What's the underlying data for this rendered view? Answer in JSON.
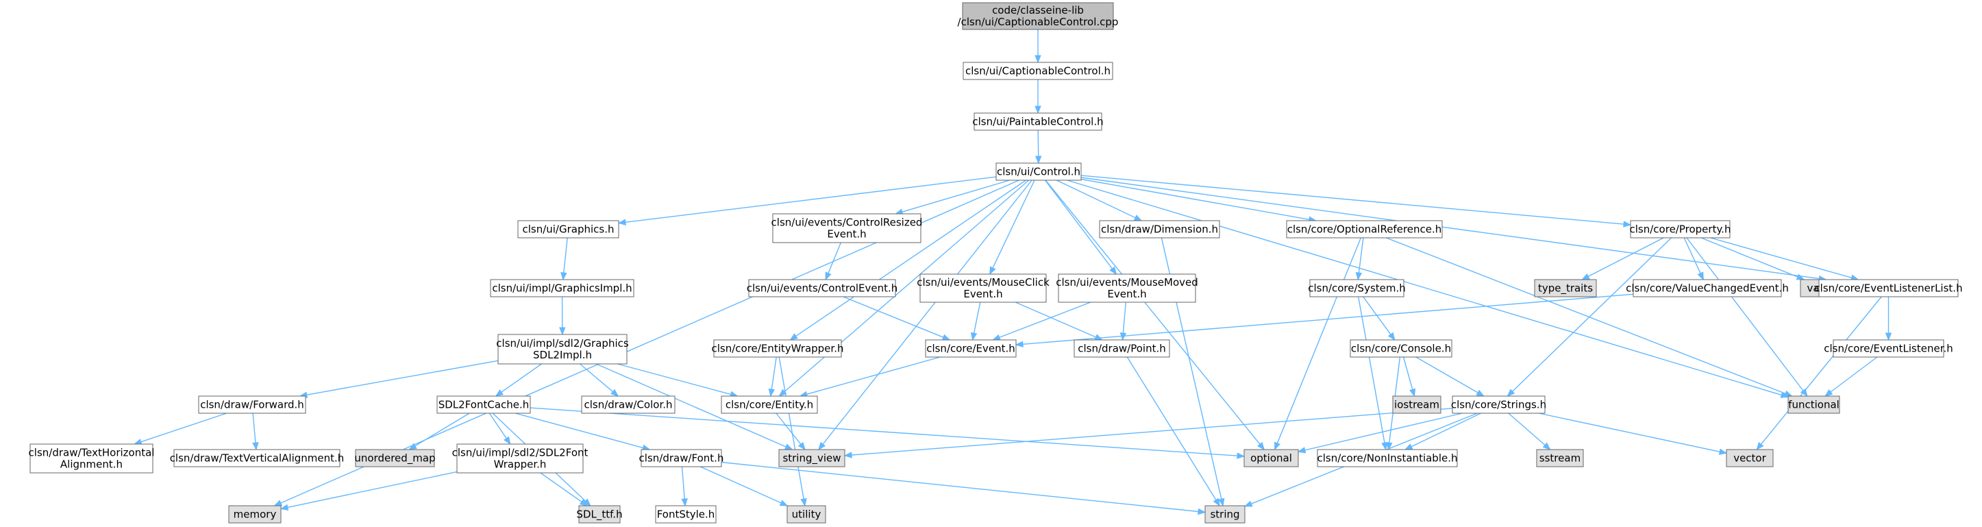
{
  "colors": {
    "root_fill": "#bfbfbf",
    "node_fill": "#ffffff",
    "external_fill": "#e0e0e0",
    "edge": "#63b8ff",
    "border": "#666666"
  },
  "nodes": [
    {
      "id": "root",
      "kind": "root",
      "lines": [
        "code/classeine-lib",
        "/clsn/ui/CaptionableControl.cpp"
      ]
    },
    {
      "id": "captionable",
      "kind": "file",
      "lines": [
        "clsn/ui/CaptionableControl.h"
      ]
    },
    {
      "id": "paintable",
      "kind": "file",
      "lines": [
        "clsn/ui/PaintableControl.h"
      ]
    },
    {
      "id": "control",
      "kind": "file",
      "lines": [
        "clsn/ui/Control.h"
      ]
    },
    {
      "id": "graphics",
      "kind": "file",
      "lines": [
        "clsn/ui/Graphics.h"
      ]
    },
    {
      "id": "ctrlresized",
      "kind": "file",
      "lines": [
        "clsn/ui/events/ControlResized",
        "Event.h"
      ]
    },
    {
      "id": "dimension",
      "kind": "file",
      "lines": [
        "clsn/draw/Dimension.h"
      ]
    },
    {
      "id": "optref",
      "kind": "file",
      "lines": [
        "clsn/core/OptionalReference.h"
      ]
    },
    {
      "id": "property",
      "kind": "file",
      "lines": [
        "clsn/core/Property.h"
      ]
    },
    {
      "id": "graphicsimpl",
      "kind": "file",
      "lines": [
        "clsn/ui/impl/GraphicsImpl.h"
      ]
    },
    {
      "id": "ctrlevent",
      "kind": "file",
      "lines": [
        "clsn/ui/events/ControlEvent.h"
      ]
    },
    {
      "id": "mouseclick",
      "kind": "file",
      "lines": [
        "clsn/ui/events/MouseClick",
        "Event.h"
      ]
    },
    {
      "id": "mousemoved",
      "kind": "file",
      "lines": [
        "clsn/ui/events/MouseMoved",
        "Event.h"
      ]
    },
    {
      "id": "system",
      "kind": "file",
      "lines": [
        "clsn/core/System.h"
      ]
    },
    {
      "id": "typetraits",
      "kind": "external",
      "lines": [
        "type_traits"
      ]
    },
    {
      "id": "valuechanged",
      "kind": "file",
      "lines": [
        "clsn/core/ValueChangedEvent.h"
      ]
    },
    {
      "id": "variant",
      "kind": "external",
      "lines": [
        "variant"
      ]
    },
    {
      "id": "evlistenerlist",
      "kind": "file",
      "lines": [
        "clsn/core/EventListenerList.h"
      ]
    },
    {
      "id": "sdl2impl",
      "kind": "file",
      "lines": [
        "clsn/ui/impl/sdl2/Graphics",
        "SDL2Impl.h"
      ]
    },
    {
      "id": "entitywrapper",
      "kind": "file",
      "lines": [
        "clsn/core/EntityWrapper.h"
      ]
    },
    {
      "id": "event",
      "kind": "file",
      "lines": [
        "clsn/core/Event.h"
      ]
    },
    {
      "id": "point",
      "kind": "file",
      "lines": [
        "clsn/draw/Point.h"
      ]
    },
    {
      "id": "console",
      "kind": "file",
      "lines": [
        "clsn/core/Console.h"
      ]
    },
    {
      "id": "evlistener",
      "kind": "file",
      "lines": [
        "clsn/core/EventListener.h"
      ]
    },
    {
      "id": "forward",
      "kind": "file",
      "lines": [
        "clsn/draw/Forward.h"
      ]
    },
    {
      "id": "fontcache",
      "kind": "file",
      "lines": [
        "SDL2FontCache.h"
      ]
    },
    {
      "id": "color",
      "kind": "file",
      "lines": [
        "clsn/draw/Color.h"
      ]
    },
    {
      "id": "entity",
      "kind": "file",
      "lines": [
        "clsn/core/Entity.h"
      ]
    },
    {
      "id": "iostream",
      "kind": "external",
      "lines": [
        "iostream"
      ]
    },
    {
      "id": "strings",
      "kind": "file",
      "lines": [
        "clsn/core/Strings.h"
      ]
    },
    {
      "id": "functional",
      "kind": "external",
      "lines": [
        "functional"
      ]
    },
    {
      "id": "texthalign",
      "kind": "file",
      "lines": [
        "clsn/draw/TextHorizontal",
        "Alignment.h"
      ]
    },
    {
      "id": "textvalign",
      "kind": "file",
      "lines": [
        "clsn/draw/TextVerticalAlignment.h"
      ]
    },
    {
      "id": "unorderedmap",
      "kind": "external",
      "lines": [
        "unordered_map"
      ]
    },
    {
      "id": "fontwrapper",
      "kind": "file",
      "lines": [
        "clsn/ui/impl/sdl2/SDL2Font",
        "Wrapper.h"
      ]
    },
    {
      "id": "font",
      "kind": "file",
      "lines": [
        "clsn/draw/Font.h"
      ]
    },
    {
      "id": "stringview",
      "kind": "external",
      "lines": [
        "string_view"
      ]
    },
    {
      "id": "optional",
      "kind": "external",
      "lines": [
        "optional"
      ]
    },
    {
      "id": "noninst",
      "kind": "file",
      "lines": [
        "clsn/core/NonInstantiable.h"
      ]
    },
    {
      "id": "sstream",
      "kind": "external",
      "lines": [
        "sstream"
      ]
    },
    {
      "id": "vector",
      "kind": "external",
      "lines": [
        "vector"
      ]
    },
    {
      "id": "memory",
      "kind": "external",
      "lines": [
        "memory"
      ]
    },
    {
      "id": "sdlttf",
      "kind": "external",
      "lines": [
        "SDL_ttf.h"
      ]
    },
    {
      "id": "fontstyle",
      "kind": "file",
      "lines": [
        "FontStyle.h"
      ]
    },
    {
      "id": "utility",
      "kind": "external",
      "lines": [
        "utility"
      ]
    },
    {
      "id": "string",
      "kind": "external",
      "lines": [
        "string"
      ]
    }
  ],
  "edges": [
    [
      "root",
      "captionable"
    ],
    [
      "captionable",
      "paintable"
    ],
    [
      "paintable",
      "control"
    ],
    [
      "control",
      "graphics"
    ],
    [
      "control",
      "ctrlresized"
    ],
    [
      "control",
      "dimension"
    ],
    [
      "control",
      "optref"
    ],
    [
      "control",
      "property"
    ],
    [
      "control",
      "evlistenerlist"
    ],
    [
      "control",
      "mouseclick"
    ],
    [
      "control",
      "mousemoved"
    ],
    [
      "control",
      "entitywrapper"
    ],
    [
      "control",
      "entity"
    ],
    [
      "control",
      "stringview"
    ],
    [
      "control",
      "optional"
    ],
    [
      "control",
      "memory"
    ],
    [
      "control",
      "functional"
    ],
    [
      "graphics",
      "graphicsimpl"
    ],
    [
      "graphicsimpl",
      "sdl2impl"
    ],
    [
      "sdl2impl",
      "forward"
    ],
    [
      "sdl2impl",
      "fontcache"
    ],
    [
      "sdl2impl",
      "color"
    ],
    [
      "sdl2impl",
      "entity"
    ],
    [
      "sdl2impl",
      "stringview"
    ],
    [
      "forward",
      "texthalign"
    ],
    [
      "forward",
      "textvalign"
    ],
    [
      "fontcache",
      "unorderedmap"
    ],
    [
      "fontcache",
      "fontwrapper"
    ],
    [
      "fontcache",
      "font"
    ],
    [
      "fontcache",
      "optional"
    ],
    [
      "fontcache",
      "sdlttf"
    ],
    [
      "fontwrapper",
      "memory"
    ],
    [
      "fontwrapper",
      "sdlttf"
    ],
    [
      "font",
      "fontstyle"
    ],
    [
      "font",
      "utility"
    ],
    [
      "font",
      "string"
    ],
    [
      "ctrlresized",
      "ctrlevent"
    ],
    [
      "ctrlevent",
      "event"
    ],
    [
      "mouseclick",
      "event"
    ],
    [
      "mouseclick",
      "point"
    ],
    [
      "mousemoved",
      "event"
    ],
    [
      "mousemoved",
      "point"
    ],
    [
      "event",
      "entity"
    ],
    [
      "entitywrapper",
      "entity"
    ],
    [
      "entitywrapper",
      "utility"
    ],
    [
      "entity",
      "stringview"
    ],
    [
      "point",
      "string"
    ],
    [
      "dimension",
      "string"
    ],
    [
      "optref",
      "system"
    ],
    [
      "optref",
      "optional"
    ],
    [
      "optref",
      "functional"
    ],
    [
      "system",
      "console"
    ],
    [
      "system",
      "noninst"
    ],
    [
      "console",
      "iostream"
    ],
    [
      "console",
      "strings"
    ],
    [
      "console",
      "noninst"
    ],
    [
      "strings",
      "stringview"
    ],
    [
      "strings",
      "optional"
    ],
    [
      "strings",
      "noninst"
    ],
    [
      "strings",
      "sstream"
    ],
    [
      "strings",
      "vector"
    ],
    [
      "strings",
      "string"
    ],
    [
      "property",
      "typetraits"
    ],
    [
      "property",
      "valuechanged"
    ],
    [
      "property",
      "variant"
    ],
    [
      "property",
      "evlistenerlist"
    ],
    [
      "property",
      "strings"
    ],
    [
      "property",
      "functional"
    ],
    [
      "valuechanged",
      "event"
    ],
    [
      "evlistenerlist",
      "evlistener"
    ],
    [
      "evlistenerlist",
      "vector"
    ],
    [
      "evlistener",
      "functional"
    ]
  ]
}
